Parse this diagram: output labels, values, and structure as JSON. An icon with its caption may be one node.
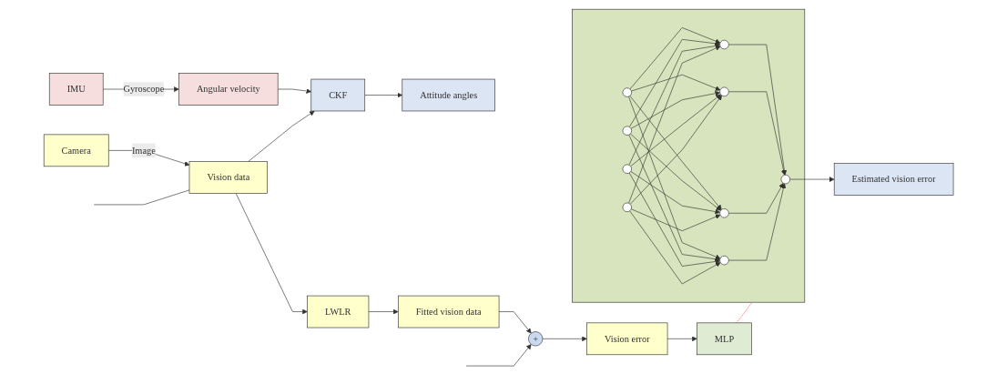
{
  "diagram": {
    "nodes": [
      {
        "text": [
          "IMU"
        ]
      },
      {
        "text": [
          "Angular velocity"
        ]
      },
      {
        "text": [
          "CKF"
        ]
      },
      {
        "text": [
          "Attitude angles"
        ]
      },
      {
        "text": [
          "Camera"
        ]
      },
      {
        "text": [
          "Vision data"
        ]
      },
      {
        "text": [
          "LWLR"
        ]
      },
      {
        "text": [
          "Fitted vision data"
        ]
      },
      {
        "text": [
          "+"
        ]
      },
      {
        "text": [
          "Vision error"
        ]
      },
      {
        "text": [
          "MLP"
        ]
      },
      {
        "text": [
          "Estimated vision error"
        ]
      },
      {
        "text": [],
        "shape": "box"
      },
      {
        "text": [],
        "shape": "circle",
        "in": 12
      },
      {
        "text": [],
        "shape": "circle",
        "in": 12
      },
      {
        "text": [],
        "shape": "circle",
        "in": 12
      },
      {
        "text": [],
        "shape": "circle",
        "in": 12
      },
      {
        "text": [],
        "shape": "circle",
        "in": 12
      },
      {
        "text": [],
        "shape": "circle",
        "in": 12
      },
      {
        "text": [],
        "shape": "circle",
        "in": 12
      },
      {
        "text": [],
        "shape": "circle",
        "in": 12
      },
      {
        "text": [],
        "shape": "circle",
        "in": 12
      }
    ],
    "edges": [
      {
        "from": 0,
        "to": 1,
        "arrow": "to",
        "label": "Gyroscope"
      },
      {
        "from": 1,
        "to": 2,
        "arrow": "to"
      },
      {
        "from": 2,
        "to": 3,
        "arrow": "to"
      },
      {
        "from": 4,
        "to": 5,
        "arrow": "to",
        "label": "Image"
      },
      {
        "from": 5,
        "to": 2,
        "arrow": "to"
      },
      {
        "from": null,
        "to": 5,
        "arrow": "none"
      },
      {
        "from": 5,
        "to": 6,
        "arrow": "to"
      },
      {
        "from": 6,
        "to": 7,
        "arrow": "to"
      },
      {
        "from": 7,
        "to": 8,
        "arrow": "to"
      },
      {
        "from": null,
        "to": 8,
        "arrow": "to"
      },
      {
        "from": 8,
        "to": 9,
        "arrow": "to"
      },
      {
        "from": 9,
        "to": 10,
        "arrow": "to"
      },
      {
        "from": 10,
        "to": 12,
        "arrow": "none",
        "style": "dashed",
        "color": "#ff0000"
      },
      {
        "from": 13,
        "to": 11,
        "arrow": "to"
      },
      {
        "from": 14,
        "to": 13,
        "arrow": "to"
      },
      {
        "from": 15,
        "to": 13,
        "arrow": "to"
      },
      {
        "from": 16,
        "to": 13,
        "arrow": "to"
      },
      {
        "from": 17,
        "to": 13,
        "arrow": "to"
      },
      {
        "from": 18,
        "to": 14,
        "arrow": "to"
      },
      {
        "from": 18,
        "to": 15,
        "arrow": "to"
      },
      {
        "from": 18,
        "to": 16,
        "arrow": "to"
      },
      {
        "from": 18,
        "to": 17,
        "arrow": "to"
      },
      {
        "from": 19,
        "to": 14,
        "arrow": "to"
      },
      {
        "from": 19,
        "to": 15,
        "arrow": "to"
      },
      {
        "from": 19,
        "to": 16,
        "arrow": "to"
      },
      {
        "from": 19,
        "to": 17,
        "arrow": "to"
      },
      {
        "from": 20,
        "to": 14,
        "arrow": "to"
      },
      {
        "from": 20,
        "to": 15,
        "arrow": "to"
      },
      {
        "from": 20,
        "to": 16,
        "arrow": "to"
      },
      {
        "from": 20,
        "to": 17,
        "arrow": "to"
      },
      {
        "from": 21,
        "to": 14,
        "arrow": "to"
      },
      {
        "from": 21,
        "to": 15,
        "arrow": "to"
      },
      {
        "from": 21,
        "to": 16,
        "arrow": "to"
      },
      {
        "from": 21,
        "to": 17,
        "arrow": "to"
      }
    ]
  }
}
